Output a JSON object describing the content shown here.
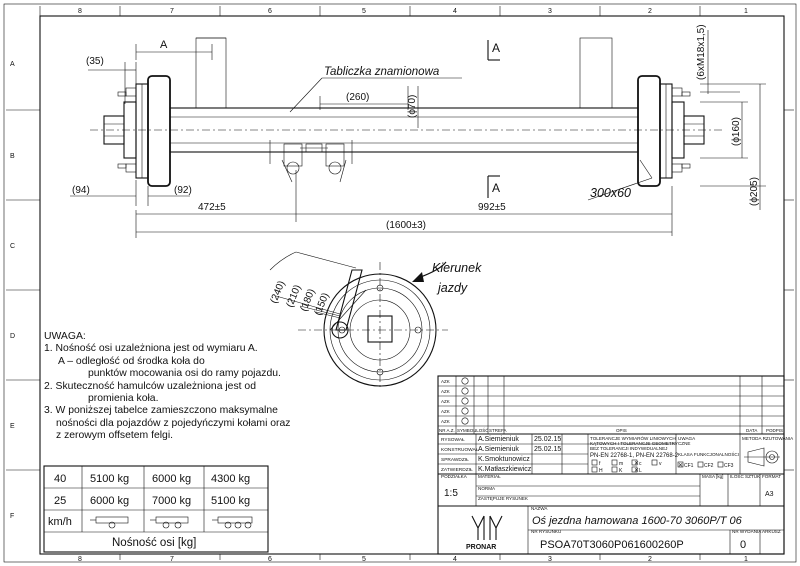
{
  "frame": {
    "columns_top": [
      "8",
      "7",
      "6",
      "5",
      "4",
      "3",
      "2",
      "1"
    ],
    "rows_left": [
      "A",
      "B",
      "C",
      "D",
      "E",
      "F"
    ]
  },
  "dimensions": {
    "d35": "(35)",
    "A_left": "A",
    "A_section_top": "A",
    "A_section_bottom": "A",
    "d260": "(260)",
    "d70": "(ϕ70)",
    "thread": "(6xM18x1,5)",
    "d160": "(ϕ160)",
    "d205": "(ϕ205)",
    "d94": "(94)",
    "d92": "(92)",
    "d472": "472±5",
    "d992": "992±5",
    "d1600": "(1600±3)",
    "brake": "300x60",
    "nameplate": "Tabliczka znamionowa",
    "d240": "(240)",
    "d210": "(210)",
    "d180": "(180)",
    "d150": "(150)",
    "direction_1": "Kierunek",
    "direction_2": "jazdy"
  },
  "notes": {
    "heading": "UWAGA:",
    "n1": "1. Nośność osi uzależniona jest od wymiaru A.",
    "n1a": "A – odległość od środka koła do",
    "n1b": "punktów mocowania osi do ramy pojazdu.",
    "n2": "2. Skuteczność hamulców uzależniona jest od",
    "n2a": "promienia koła.",
    "n3": "3. W poniższej tabelce zamieszczono maksymalne",
    "n3a": "nośności dla pojazdów z pojedyńczymi kołami oraz",
    "n3b": "z zerowym offsetem felgi."
  },
  "load_table": {
    "rows": [
      {
        "speed": "40",
        "v1": "5100 kg",
        "v2": "6000 kg",
        "v3": "4300 kg"
      },
      {
        "speed": "25",
        "v1": "6000 kg",
        "v2": "7000 kg",
        "v3": "5100 kg"
      }
    ],
    "unit": "km/h",
    "caption": "Nośność osi [kg]"
  },
  "title_block": {
    "rev_labels": [
      "AZK",
      "AZK",
      "AZK",
      "AZK",
      "AZK"
    ],
    "rev_header": [
      "NR A.Z.",
      "SYMBOL",
      "ILOŚĆ",
      "STREFA",
      "OPIS",
      "DATA",
      "PODPIS"
    ],
    "roles": [
      "RYSOWAŁ",
      "KONSTRUOWAŁ",
      "SPRAWDZIŁ",
      "ZATWIERDZIŁ"
    ],
    "names": [
      "A.Siemieniuk",
      "A.Siemieniuk",
      "K.Smoktunowicz",
      "K.Matłaszkiewicz"
    ],
    "dates": [
      "25.02.15",
      "25.02.15"
    ],
    "tolerances_1": "TOLERANCJE WYMIARÓW LINIOWYCH",
    "tolerances_2": "KĄTOWYCH I TOLERANCJE GEOMETRYCZNE",
    "tolerances_3": "BEZ TOLERANCJI INDYWIDUALNEJ",
    "standards": "PN-EN 22768-1, PN-EN 22768-2",
    "grades": [
      "f",
      "m",
      "c",
      "v",
      "H",
      "K",
      "L"
    ],
    "uwagi": "UWAGA",
    "method": "METODA RZUTOWANIA",
    "class": "KLASA FUNKCJONALNOŚCI",
    "classes": [
      "CF1",
      "CF2",
      "CF3"
    ],
    "scale_label": "PODZIAŁKA",
    "scale": "1:5",
    "material": "MATERIAŁ",
    "norm": "NORMA",
    "replace": "ZASTĘPUJE RYSUNEK",
    "mass": "MASA [kg]",
    "sheets": "ILOŚĆ SZTUK",
    "format": "FORMAT",
    "format_value": "A3",
    "name_label": "NAZWA",
    "name": "Oś jezdna hamowana 1600-70 3060P/T 06",
    "company": "PRONAR",
    "drawing_no_label": "NR RYSUNKU",
    "drawing_no": "PSOA70T3060P061600260P",
    "edition_label": "NR WYDANIA",
    "edition": "0",
    "sheet_label": "ARKUSZ"
  }
}
